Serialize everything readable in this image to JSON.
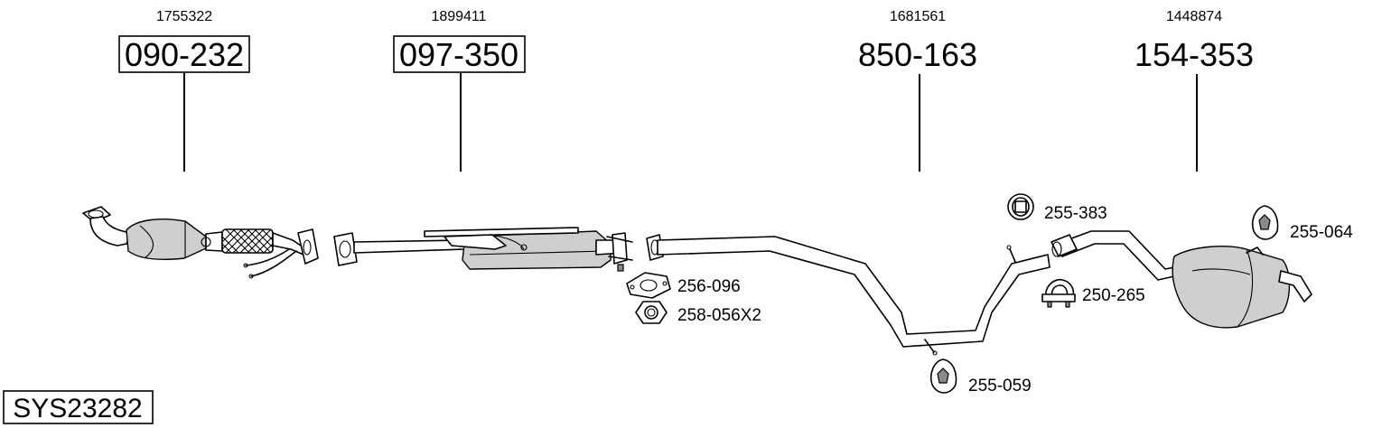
{
  "system_code": "SYS23282",
  "parts": [
    {
      "oem": "1755322",
      "number": "090-232",
      "boxed": true
    },
    {
      "oem": "1899411",
      "number": "097-350",
      "boxed": true
    },
    {
      "oem": "1681561",
      "number": "850-163",
      "boxed": false
    },
    {
      "oem": "1448874",
      "number": "154-353",
      "boxed": false
    }
  ],
  "accessories": [
    {
      "number": "255-383",
      "kind": "rubber-ring-icon"
    },
    {
      "number": "255-064",
      "kind": "rubber-hanger-icon"
    },
    {
      "number": "256-096",
      "kind": "gasket-icon"
    },
    {
      "number": "258-056X2",
      "kind": "nut-icon"
    },
    {
      "number": "250-265",
      "kind": "clamp-icon"
    },
    {
      "number": "255-059",
      "kind": "rubber-hanger-icon"
    }
  ]
}
